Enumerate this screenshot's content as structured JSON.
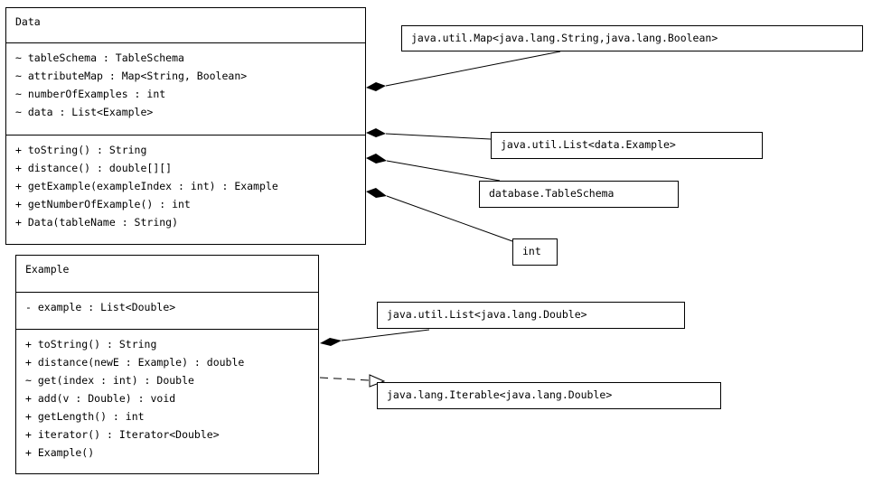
{
  "classes": {
    "data": {
      "name": "Data",
      "attributes": [
        "~ tableSchema : TableSchema",
        "~ attributeMap : Map<String, Boolean>",
        "~ numberOfExamples : int",
        "~ data : List<Example>"
      ],
      "operations": [
        "+ toString() : String",
        "+ distance() : double[][]",
        "+ getExample(exampleIndex : int) : Example",
        "+ getNumberOfExample() : int",
        "+ Data(tableName : String)"
      ]
    },
    "example": {
      "name": "Example",
      "attributes": [
        "- example : List<Double>"
      ],
      "operations": [
        "+ toString() : String",
        "+ distance(newE : Example) : double",
        "~ get(index : int) : Double",
        "+ add(v : Double) : void",
        "+ getLength() : int",
        "+ iterator() : Iterator<Double>",
        "+ Example()"
      ]
    }
  },
  "types": {
    "map": "java.util.Map<java.lang.String,java.lang.Boolean>",
    "list_example": "java.util.List<data.Example>",
    "table_schema": "database.TableSchema",
    "int": "int",
    "list_double": "java.util.List<java.lang.Double>",
    "iterable": "java.lang.Iterable<java.lang.Double>"
  }
}
